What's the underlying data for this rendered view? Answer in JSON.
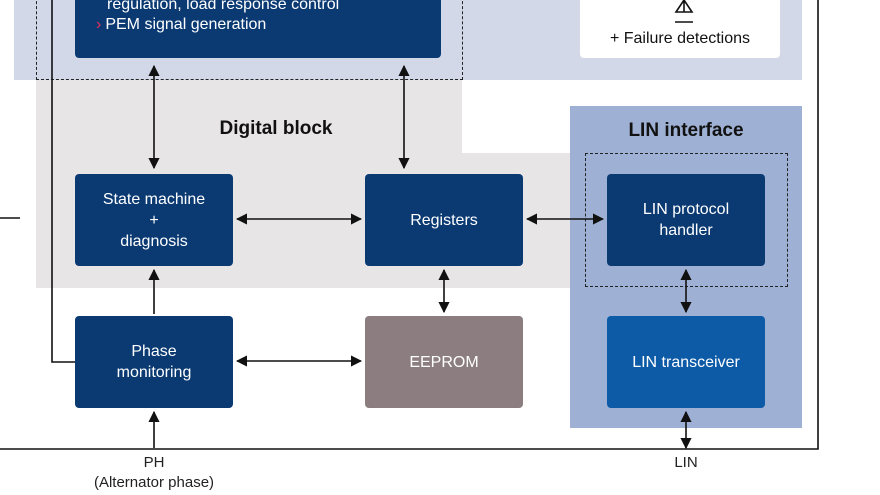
{
  "regions": {
    "control": {
      "color": "#d3d8e8"
    },
    "digital": {
      "color": "#e7e5e5",
      "title": "Digital block"
    },
    "lin": {
      "color": "#9eb0d3",
      "title": "LIN interface"
    }
  },
  "top_box": {
    "line1": "regulation, load response control",
    "bullet": "›",
    "line2": "PEM signal generation"
  },
  "failure_box": {
    "label": "+ Failure detections"
  },
  "blocks": {
    "state_machine": {
      "line1": "State machine",
      "line2": "+",
      "line3": "diagnosis"
    },
    "registers": {
      "label": "Registers"
    },
    "lin_protocol": {
      "line1": "LIN protocol",
      "line2": "handler"
    },
    "phase_monitoring": {
      "line1": "Phase",
      "line2": "monitoring"
    },
    "eeprom": {
      "label": "EEPROM"
    },
    "lin_transceiver": {
      "label": "LIN transceiver"
    }
  },
  "pins": {
    "ph": {
      "line1": "PH",
      "line2": "(Alternator phase)"
    },
    "lin": {
      "label": "LIN"
    }
  },
  "colors": {
    "dark_block": "#0b3a73",
    "lin_block": "#0d5aa7",
    "eeprom_block": "#8c7e80",
    "chevron": "#e8315a"
  }
}
